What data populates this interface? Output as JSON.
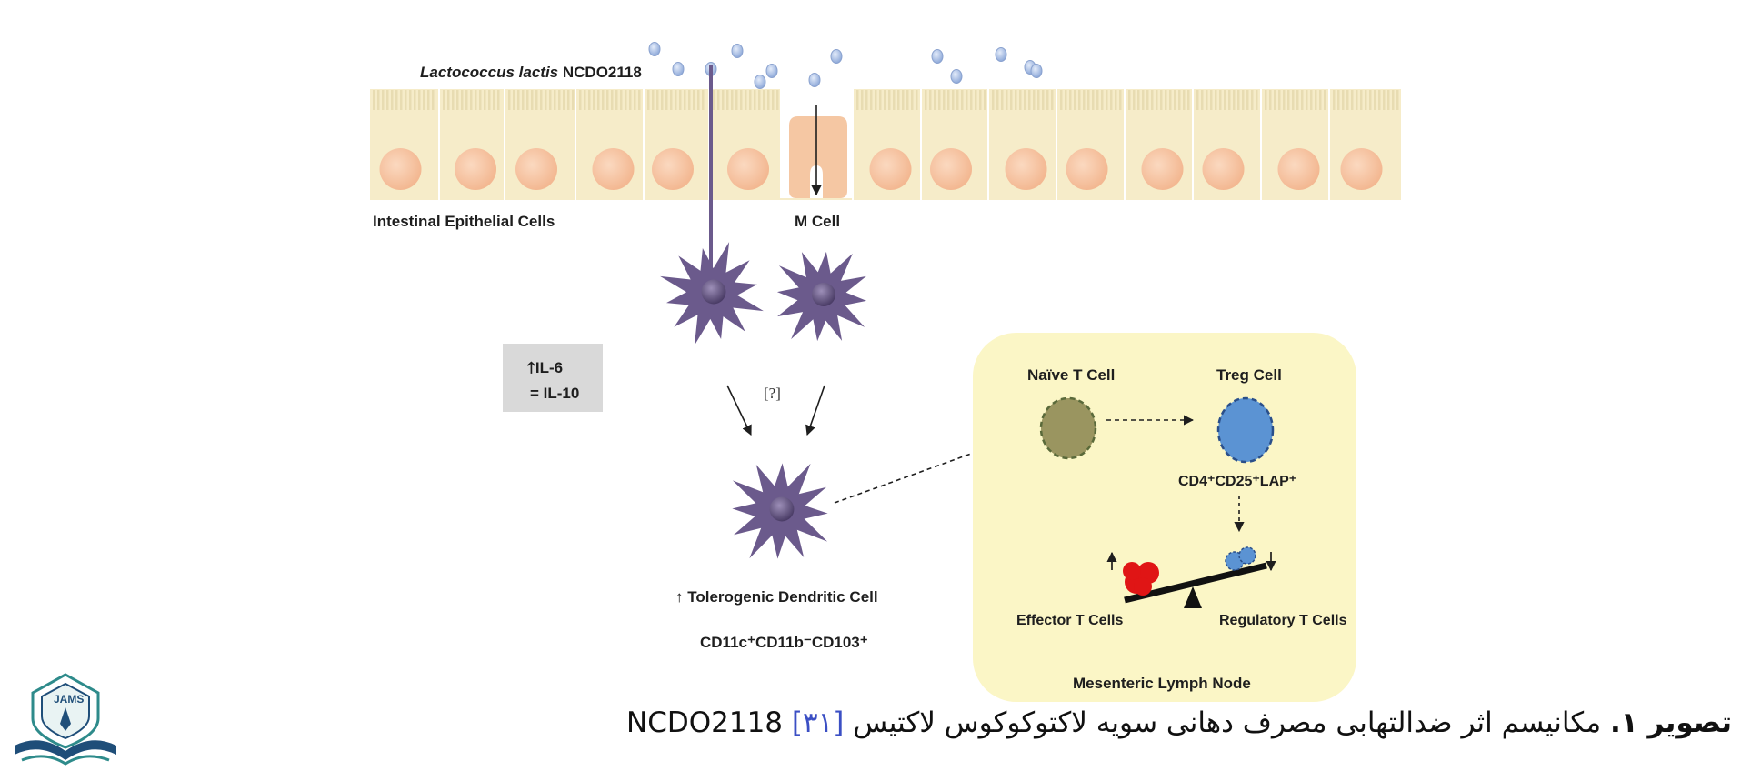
{
  "diagram": {
    "bacteria_label_italic": "Lactococcus lactis",
    "bacteria_label_strain": "NCDO2118",
    "epithelium_label": "Intestinal Epithelial Cells",
    "m_cell_label": "M Cell",
    "cytokine_box": {
      "line1": "IL-6",
      "line2": "= IL-10"
    },
    "unknown_mark": "[?]",
    "tolerogenic_dc_label": "↑ Tolerogenic Dendritic Cell",
    "dc_markers": "CD11c⁺CD11b⁻CD103⁺",
    "lymph_node": {
      "naive_label": "Naïve T Cell",
      "treg_label": "Treg Cell",
      "treg_markers": "CD4⁺CD25⁺LAP⁺",
      "effector_label": "Effector T Cells",
      "regulatory_label": "Regulatory T Cells",
      "node_label": "Mesenteric Lymph Node"
    }
  },
  "caption": {
    "figure_label": "تصویر ۱.",
    "text": " مکانیسم اثر ضدالتهابی مصرف دهانی سویه لاکتوکوکوس لاکتیس NCDO2118 ",
    "reference": "[۳۱]"
  },
  "logo": {
    "text": "JAMS"
  },
  "colors": {
    "epithelium": "#f6ecc9",
    "nucleus": "#f6c7a6",
    "m_cell": "#f5c7a3",
    "dendritic_cell": "#6b5a8c",
    "lymph_node_bg": "#fbf6c6",
    "naive_cell": "#9a9560",
    "treg_cell": "#5b93d3",
    "effector_cell": "#e01515",
    "bacteria": "#a9bfe6"
  }
}
